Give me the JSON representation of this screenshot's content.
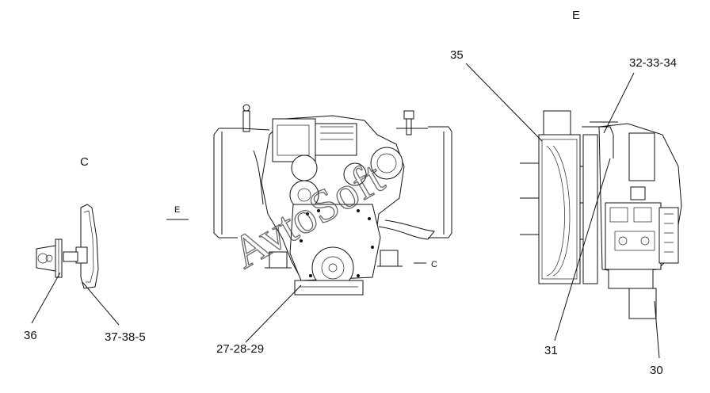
{
  "view_labels": {
    "C": "C",
    "E": "E"
  },
  "section_marks": {
    "E": "E",
    "C": "C"
  },
  "watermark": "AvtoSoft",
  "callouts": {
    "p35": "35",
    "p32_33_34": "32-33-34",
    "p36": "36",
    "p37_38_5": "37-38-5",
    "p27_28_29": "27-28-29",
    "p31": "31",
    "p30": "30"
  }
}
